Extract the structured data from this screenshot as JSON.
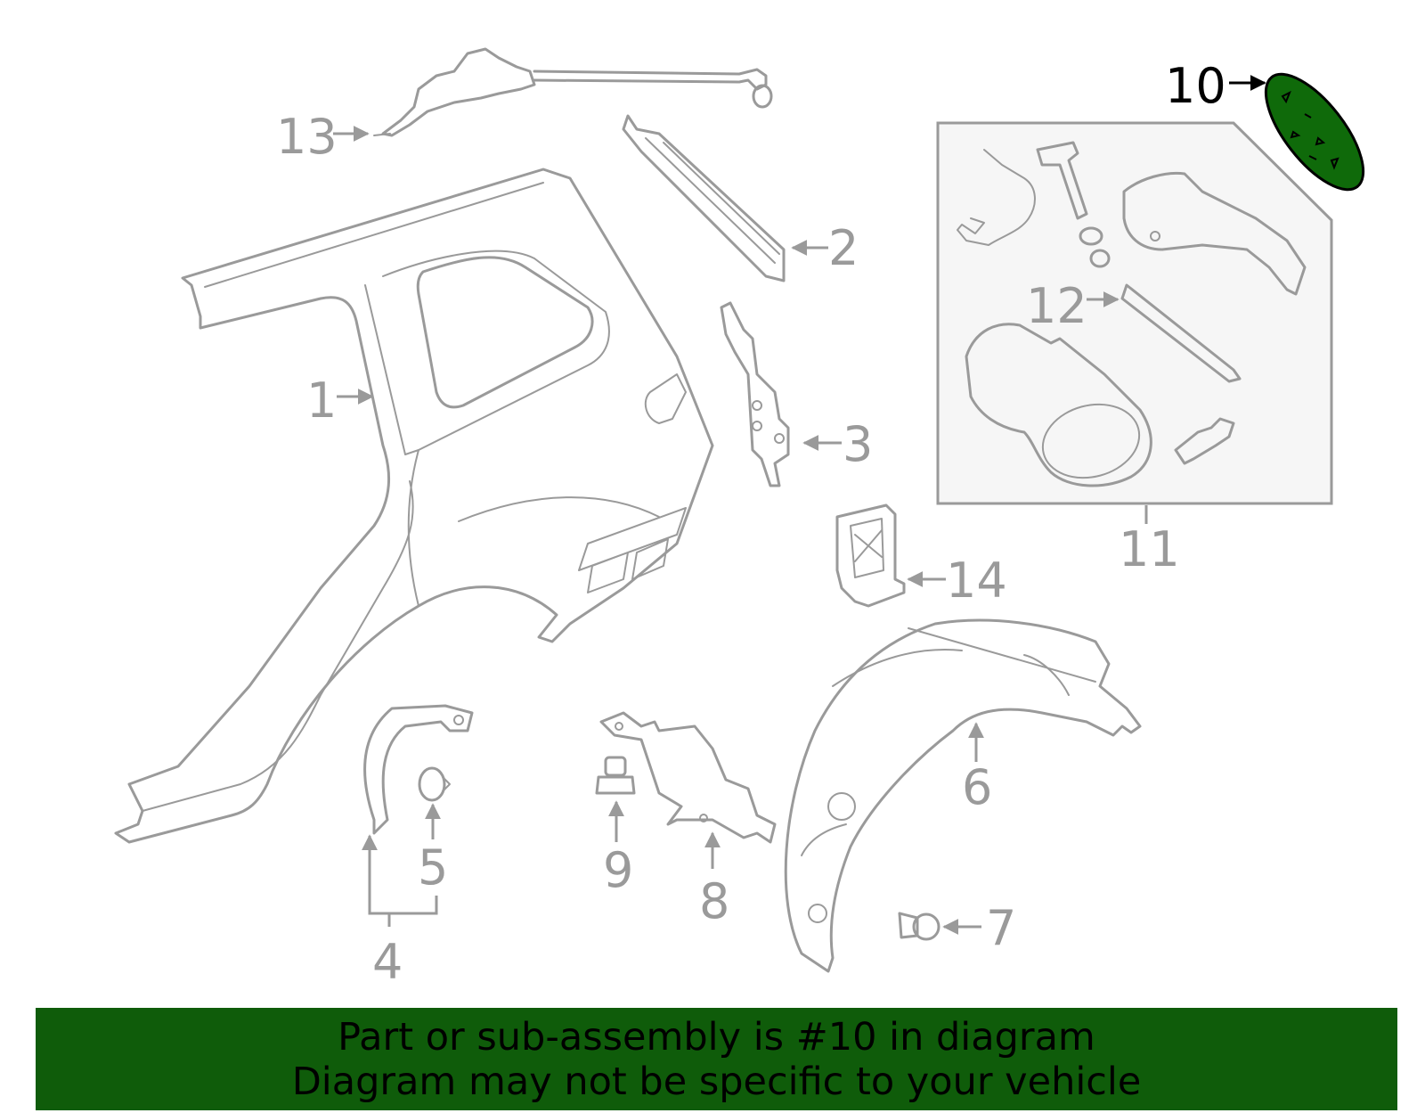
{
  "callouts": {
    "c1": "1",
    "c2": "2",
    "c3": "3",
    "c4": "4",
    "c5": "5",
    "c6": "6",
    "c7": "7",
    "c8": "8",
    "c9": "9",
    "c10": "10",
    "c11": "11",
    "c12": "12",
    "c13": "13",
    "c14": "14"
  },
  "highlight": {
    "part_number": "10",
    "fill_color": "#0f6a0a",
    "banner_color": "#0f5c0a"
  },
  "banner": {
    "line1": "Part or sub-assembly is #10 in diagram",
    "line2": "Diagram may not be specific to your vehicle"
  }
}
